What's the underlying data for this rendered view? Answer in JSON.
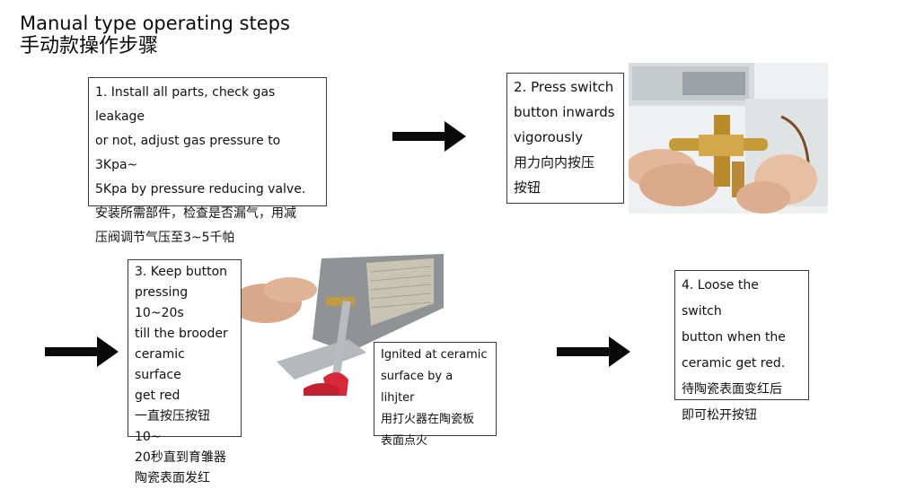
{
  "title": {
    "en": "Manual type operating steps",
    "zh": "手动款操作步骤"
  },
  "steps": [
    {
      "lines": [
        "1. Install all parts, check gas leakage",
        "or not, adjust gas pressure to 3Kpa~",
        "5Kpa by pressure reducing valve.",
        "安装所需部件，检查是否漏气，用减",
        "压阀调节气压至3~5千帕"
      ]
    },
    {
      "lines": [
        "2. Press switch",
        "button inwards",
        "vigorously",
        "用力向内按压",
        "按钮"
      ]
    },
    {
      "lines": [
        "3. Keep button",
        "pressing 10~20s",
        "till the brooder",
        "ceramic surface",
        "get red",
        "一直按压按钮10~",
        "20秒直到育雏器",
        "陶瓷表面发红"
      ]
    },
    {
      "lines": [
        "4. Loose the switch",
        "button when the",
        "ceramic get red.",
        "待陶瓷表面变红后",
        "即可松开按钮"
      ]
    }
  ],
  "ignite_note": {
    "lines": [
      "Ignited at ceramic",
      "surface by a lihjter",
      "用打火器在陶瓷板",
      "表面点火"
    ]
  }
}
